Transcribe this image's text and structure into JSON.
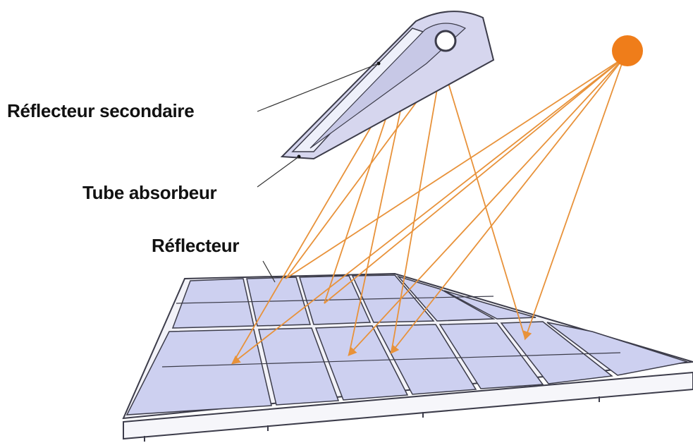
{
  "labels": {
    "secondary_reflector": "Réflecteur secondaire",
    "absorber_tube": "Tube absorbeur",
    "reflector": "Réflecteur"
  },
  "colors": {
    "ray": "#e8923a",
    "sun": "#ef7d1a",
    "mirror_fill": "#cdd0f0",
    "mirror_edge": "#3c3c4a",
    "frame": "#f4f4f8",
    "receiver_fill": "#d4d4ec"
  },
  "icons": {
    "sun": "sun-icon",
    "receiver": "receiver-icon",
    "mirror_field": "mirror-field-icon"
  }
}
